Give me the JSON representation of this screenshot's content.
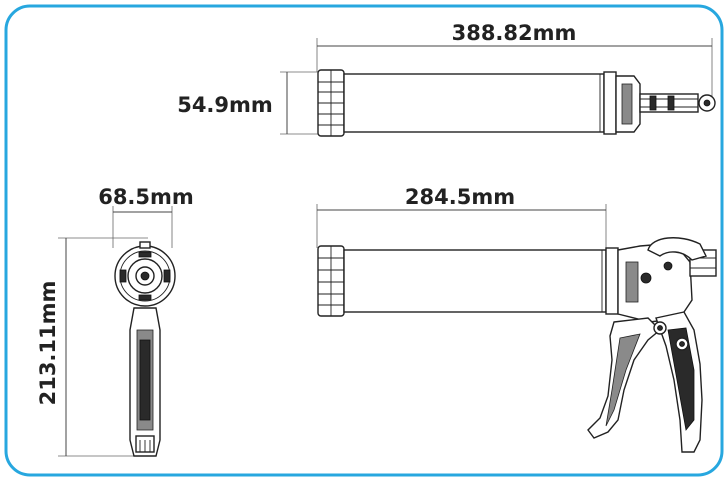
{
  "frame_color": "#27a7df",
  "dimensions": {
    "overall_length": "388.82mm",
    "barrel_diameter": "54.9mm",
    "barrel_length": "284.5mm",
    "front_width": "68.5mm",
    "overall_height": "213.11mm"
  }
}
